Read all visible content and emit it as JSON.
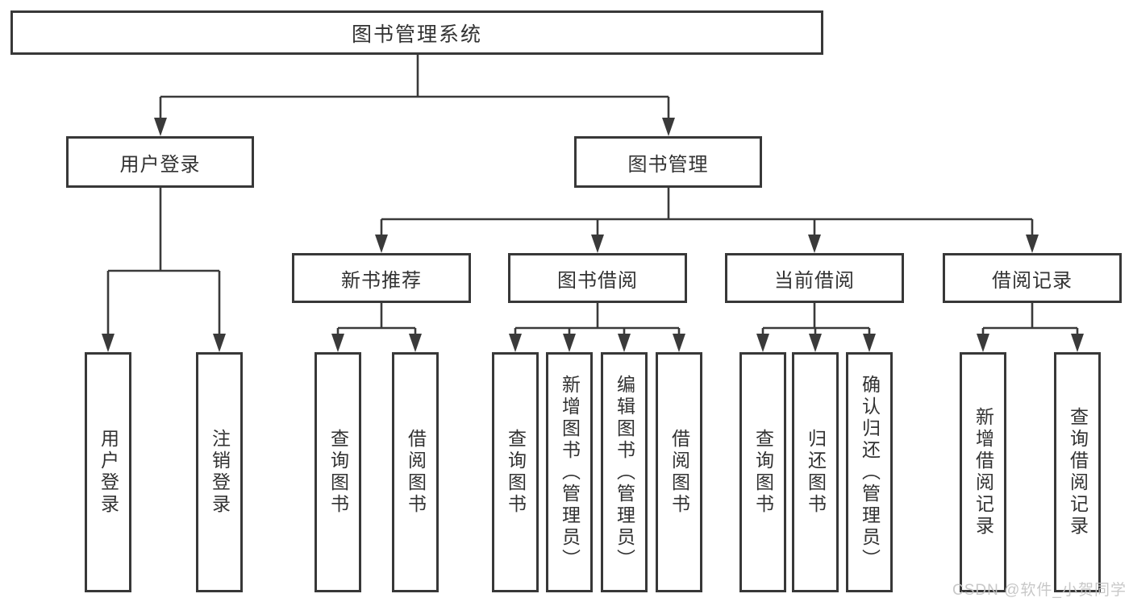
{
  "tree": {
    "root": "图书管理系统",
    "branches": [
      {
        "label": "用户登录",
        "children": [
          {
            "label": "用户登录"
          },
          {
            "label": "注销登录"
          }
        ]
      },
      {
        "label": "图书管理",
        "children": [
          {
            "label": "新书推荐",
            "children": [
              {
                "label": "查询图书"
              },
              {
                "label": "借阅图书"
              }
            ]
          },
          {
            "label": "图书借阅",
            "children": [
              {
                "label": "查询图书"
              },
              {
                "label": "新增图书（管理员）"
              },
              {
                "label": "编辑图书（管理员）"
              },
              {
                "label": "借阅图书"
              }
            ]
          },
          {
            "label": "当前借阅",
            "children": [
              {
                "label": "查询图书"
              },
              {
                "label": "归还图书"
              },
              {
                "label": "确认归还（管理员）"
              }
            ]
          },
          {
            "label": "借阅记录",
            "children": [
              {
                "label": "新增借阅记录"
              },
              {
                "label": "查询借阅记录"
              }
            ]
          }
        ]
      }
    ]
  },
  "watermark": {
    "text": "CSDN @软件_小贺同学"
  },
  "colors": {
    "line": "#3a3a3a",
    "border": "#383838",
    "text": "#323232",
    "watermark": "#c3c3c3",
    "background": "#ffffff"
  }
}
